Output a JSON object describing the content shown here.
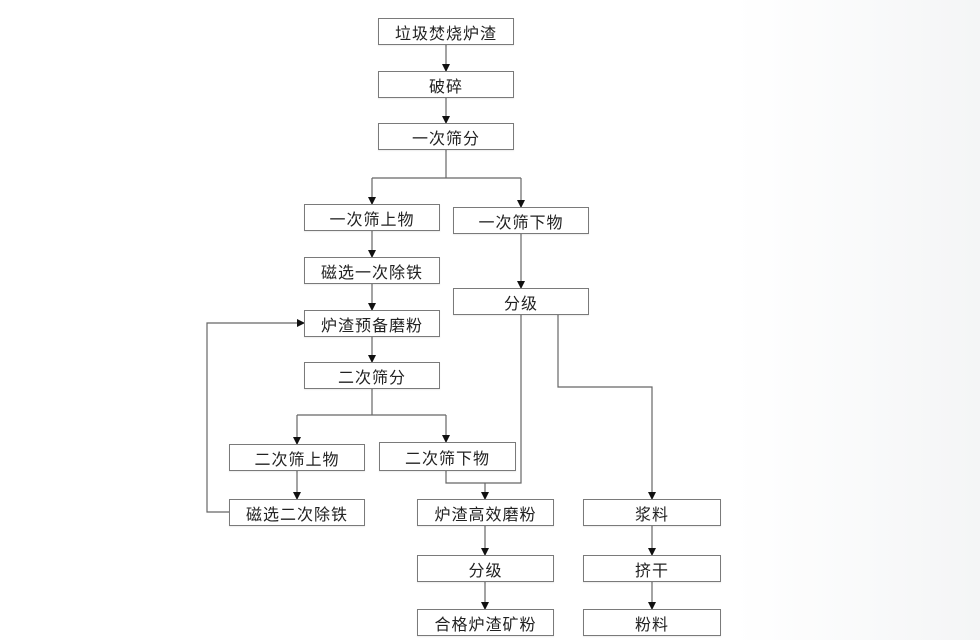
{
  "nodes": {
    "n1": "垃圾焚烧炉渣",
    "n2": "破碎",
    "n3": "一次筛分",
    "n4": "一次筛上物",
    "n5": "一次筛下物",
    "n6": "磁选一次除铁",
    "n7": "分级",
    "n8": "炉渣预备磨粉",
    "n9": "二次筛分",
    "n10": "二次筛上物",
    "n11": "二次筛下物",
    "n12": "磁选二次除铁",
    "n13": "炉渣高效磨粉",
    "n14": "浆料",
    "n15": "分级",
    "n16": "挤干",
    "n17": "合格炉渣矿粉",
    "n18": "粉料"
  }
}
